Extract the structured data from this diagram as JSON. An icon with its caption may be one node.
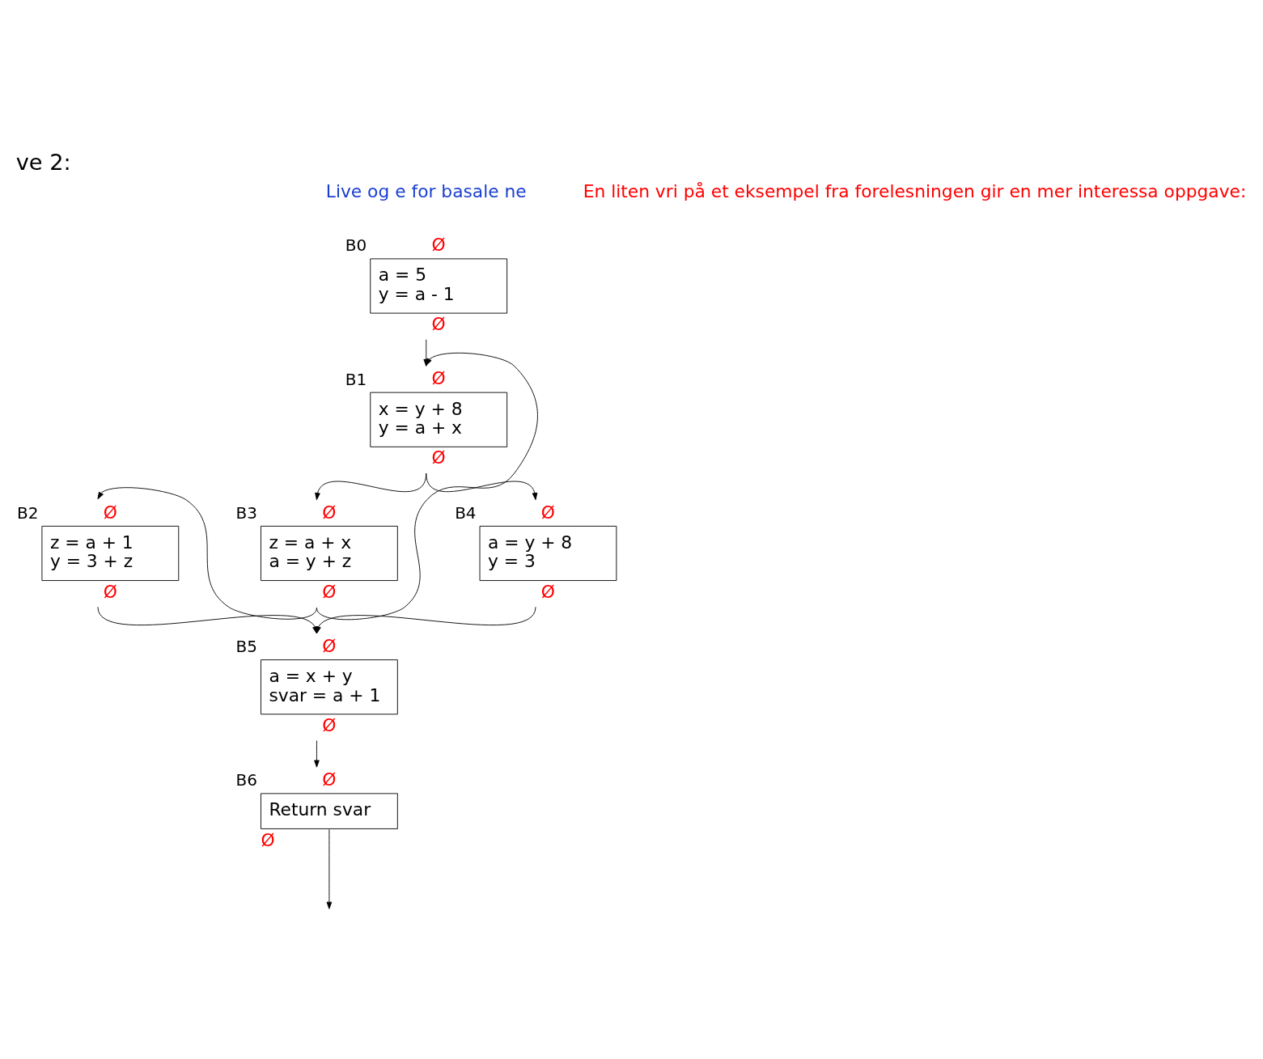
{
  "diagram": {
    "title": "ve 2:",
    "nodes": [
      {
        "text": [
          "B0",
          "a = 5",
          "y = a - 1"
        ],
        "beside": [
          "Ø",
          "Ø"
        ]
      },
      {
        "text": [
          "B1",
          "x = y + 8",
          "y = a + x"
        ],
        "beside": [
          "Ø",
          "Ø"
        ]
      },
      {
        "text": [
          "B2",
          "z = a + 1",
          "y = 3 + z"
        ],
        "beside": [
          "Ø",
          "Ø"
        ]
      },
      {
        "text": [
          "B3",
          "z = a + x",
          "a = y + z"
        ],
        "beside": [
          "Ø",
          "Ø"
        ]
      },
      {
        "text": [
          "B4",
          "a = y + 8",
          "y = 3"
        ],
        "beside": [
          "Ø",
          "Ø"
        ]
      },
      {
        "text": [
          "B5",
          "a = x + y",
          "svar = a + 1"
        ],
        "beside": [
          "Ø",
          "Ø"
        ]
      },
      {
        "text": [
          "B6",
          "Return svar"
        ],
        "beside": [
          "Ø",
          "Ø"
        ]
      }
    ],
    "edges": [
      {
        "from": 0,
        "to": 1,
        "arrow": "to"
      },
      {
        "from": 1,
        "to": 3,
        "arrow": "to"
      },
      {
        "from": 1,
        "to": 4,
        "arrow": "to"
      },
      {
        "from": 3,
        "to": 2,
        "arrow": "to"
      },
      {
        "from": 3,
        "to": 1,
        "arrow": "to"
      },
      {
        "from": 2,
        "to": 5,
        "arrow": "to"
      },
      {
        "from": 4,
        "to": 5,
        "arrow": "to"
      },
      {
        "from": 5,
        "to": 6,
        "arrow": "to"
      },
      {
        "from": 6,
        "to": null,
        "arrow": "to"
      }
    ],
    "labels": [
      "Live og e for basale ne",
      "En liten vri på et eksempel fra forelesningen gir en mer interessa oppgave:"
    ]
  }
}
